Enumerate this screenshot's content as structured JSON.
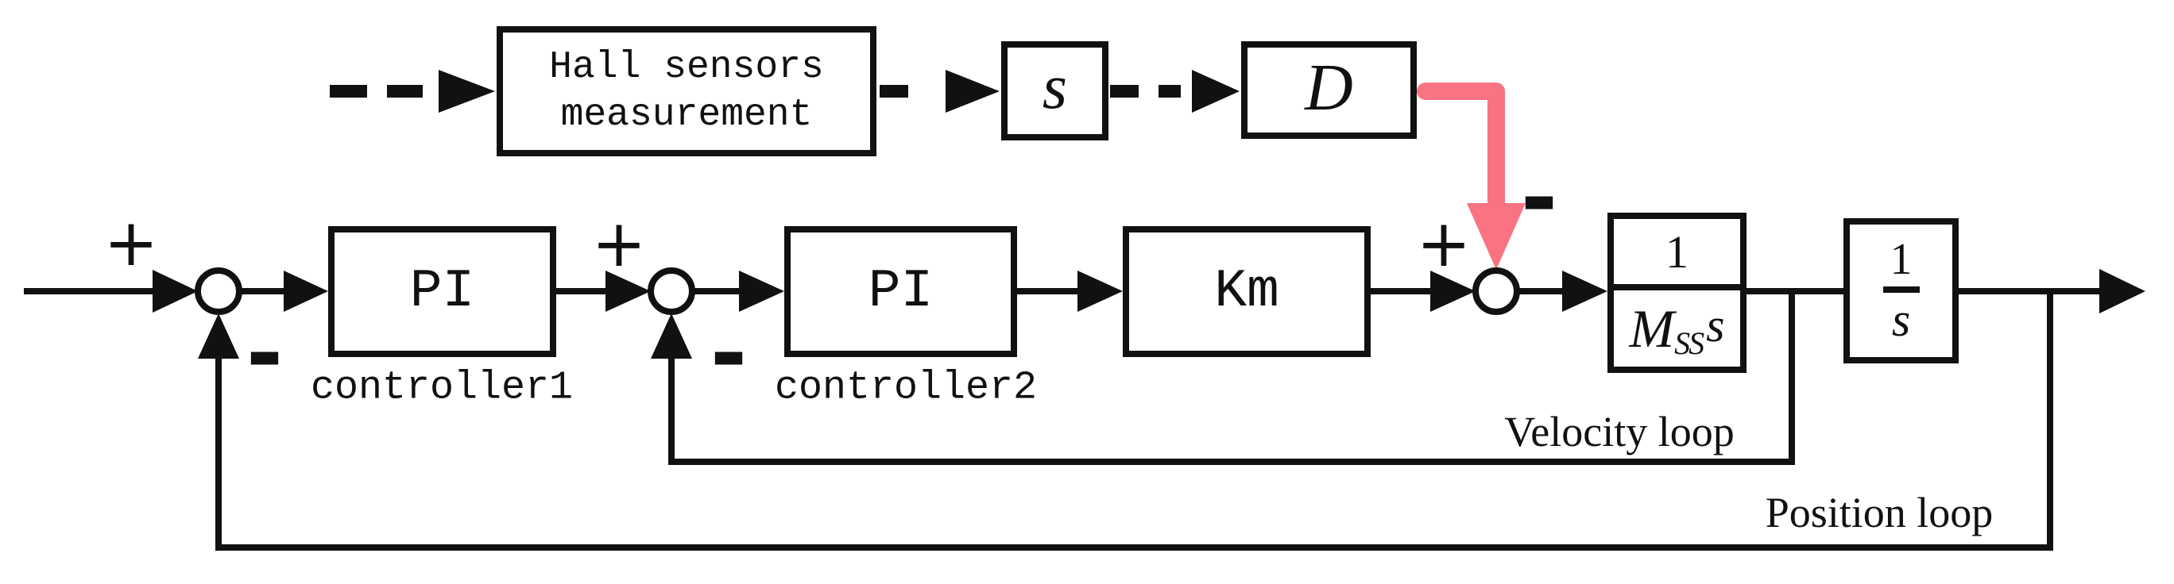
{
  "blocks": {
    "hall_line1": "Hall sensors",
    "hall_line2": "measurement",
    "s_block": "s",
    "d_block": "D",
    "pi1": "PI",
    "pi1_label": "controller1",
    "pi2": "PI",
    "pi2_label": "controller2",
    "km": "Km",
    "plant_numerator": "1",
    "plant_den_M": "M",
    "plant_den_sub": "SS",
    "plant_den_s": "s",
    "integrator_numerator": "1",
    "integrator_denominator": "s"
  },
  "signs": {
    "sum1_plus": "+",
    "sum1_minus": "-",
    "sum2_plus": "+",
    "sum2_minus": "-",
    "sum3_plus": "+",
    "sum3_minus": "-"
  },
  "labels": {
    "velocity_loop": "Velocity loop",
    "position_loop": "Position loop"
  },
  "colors": {
    "line": "#111111",
    "disturbance_arrow": "#FA7383"
  }
}
